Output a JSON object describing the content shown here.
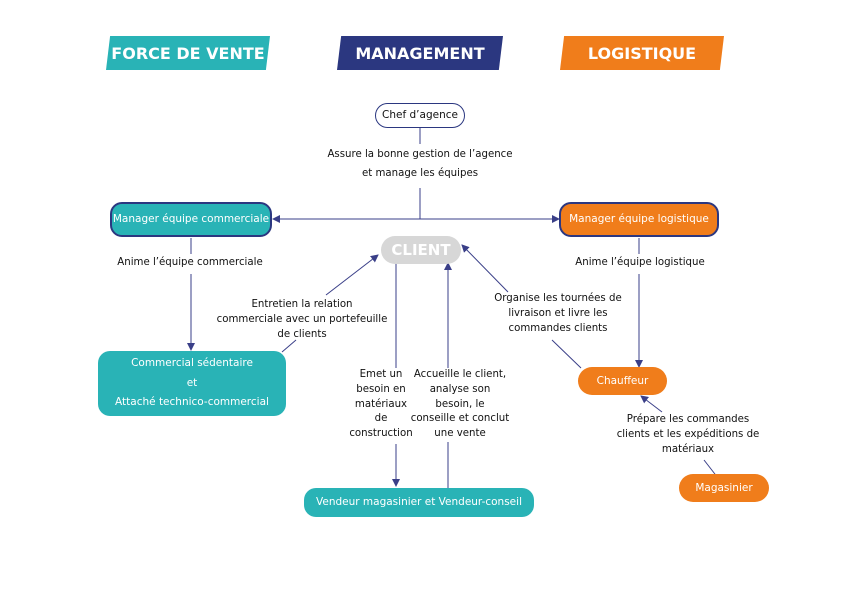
{
  "colors": {
    "teal": "#29b3b6",
    "navy": "#2b3780",
    "orange": "#f07d1b",
    "client_grey": "#d7d7d7",
    "line": "#3a3f88"
  },
  "banners": {
    "force_de_vente": "FORCE DE VENTE",
    "management": "MANAGEMENT",
    "logistique": "LOGISTIQUE"
  },
  "nodes": {
    "chef_agence": "Chef d’agence",
    "manager_commercial": "Manager équipe commerciale",
    "manager_logistique": "Manager équipe logistique",
    "client": "CLIENT",
    "commercial_line1": "Commercial sédentaire",
    "commercial_line2": "et",
    "commercial_line3": "Attaché technico-commercial",
    "chauffeur": "Chauffeur",
    "magasinier": "Magasinier",
    "vendeur": "Vendeur magasinier et Vendeur-conseil"
  },
  "labels": {
    "chef_l1": "Assure la bonne gestion de l’agence",
    "chef_l2": "et manage les équipes",
    "anime_commerciale": "Anime l’équipe commerciale",
    "anime_logistique": "Anime l’équipe logistique",
    "entretien_l1": "Entretien la relation",
    "entretien_l2": "commerciale avec un portefeuille",
    "entretien_l3": "de clients",
    "emet_l1": "Emet un",
    "emet_l2": "besoin en",
    "emet_l3": "matériaux",
    "emet_l4": "de",
    "emet_l5": "construction",
    "accueille_l1": "Accueille le client,",
    "accueille_l2": "analyse son",
    "accueille_l3": "besoin, le",
    "accueille_l4": "conseille et conclut",
    "accueille_l5": "une vente",
    "organise_l1": "Organise les tournées de",
    "organise_l2": "livraison et livre les",
    "organise_l3": "commandes clients",
    "prepare_l1": "Prépare les commandes",
    "prepare_l2": "clients et les expéditions de",
    "prepare_l3": "matériaux"
  }
}
